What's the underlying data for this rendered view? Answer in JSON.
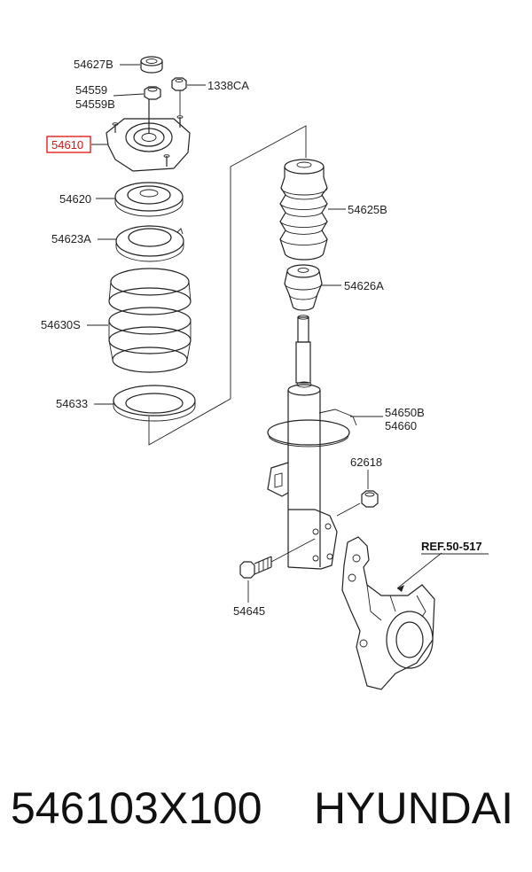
{
  "labels": {
    "p54627B": "54627B",
    "p54559": "54559",
    "p54559B": "54559B",
    "p1338CA": "1338CA",
    "p54610": "54610",
    "p54620": "54620",
    "p54623A": "54623A",
    "p54630S": "54630S",
    "p54633": "54633",
    "p54625B": "54625B",
    "p54626A": "54626A",
    "p54650B": "54650B",
    "p54660": "54660",
    "p62618": "62618",
    "p54645": "54645",
    "ref": "REF.50-517"
  },
  "highlight_color": "#e0201e",
  "caption": {
    "part_number": "546103X100",
    "brand": "HYUNDAI"
  }
}
